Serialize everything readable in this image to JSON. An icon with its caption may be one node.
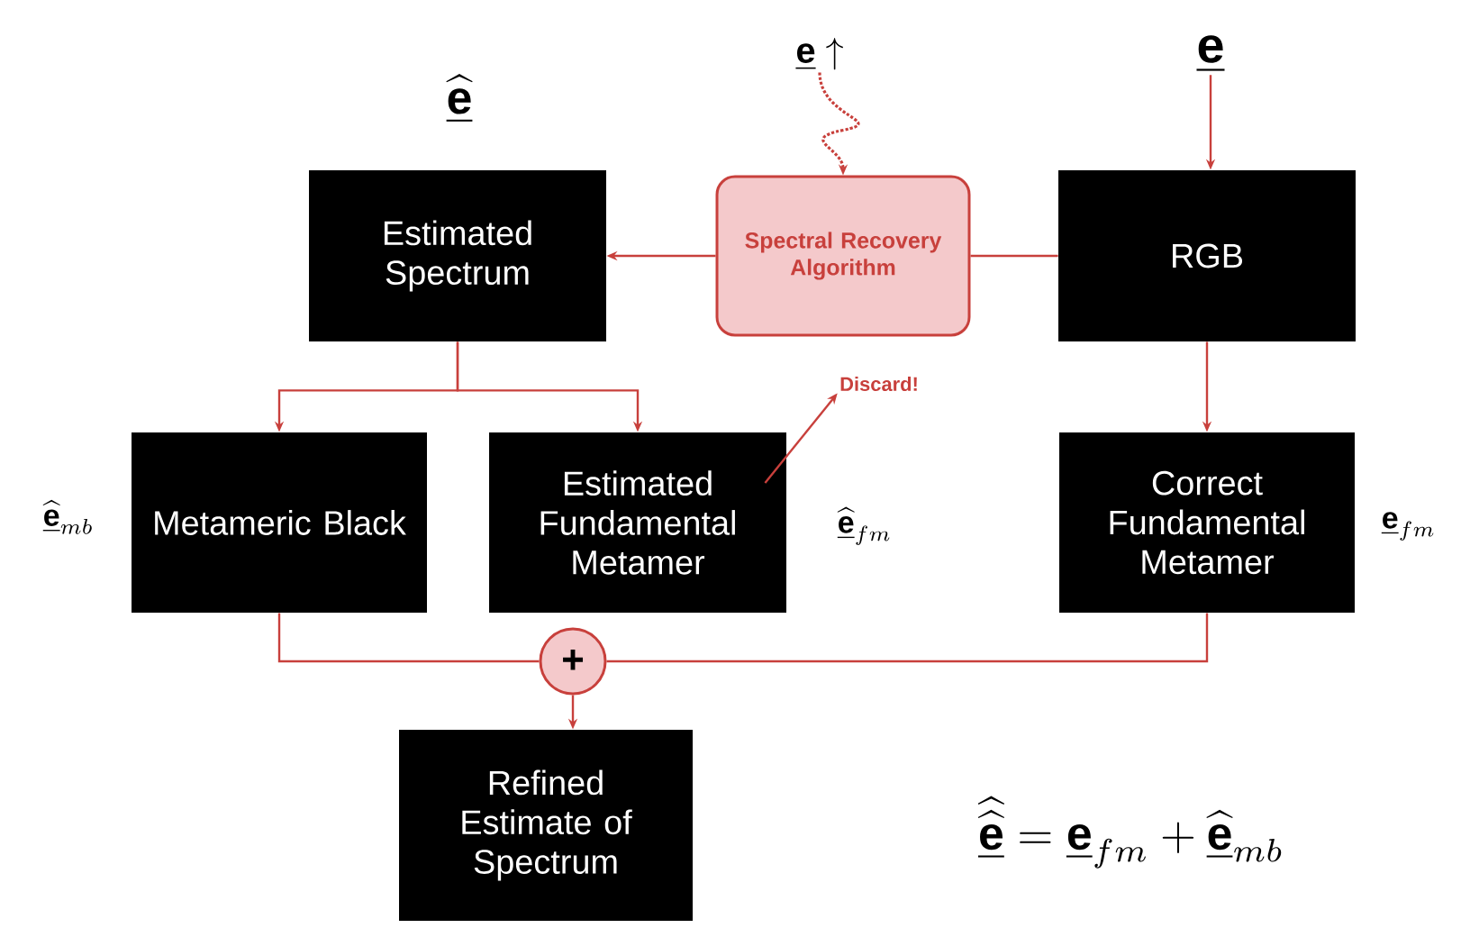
{
  "diagram": {
    "nodes": [
      {
        "text": [
          "Estimated Spectrum"
        ],
        "beside": [
          "\\widehat{\\underline{\\mathbf{e}}}"
        ]
      },
      {
        "text": [
          "Spectral Recovery Algorithm"
        ]
      },
      {
        "text": [
          "RGB"
        ]
      },
      {
        "text": [
          "Metameric Black"
        ],
        "beside": [
          "\\widehat{\\underline{\\mathbf{e}}}_{mb}"
        ]
      },
      {
        "text": [
          "Estimated Fundamental Metamer"
        ],
        "beside": [
          "\\widehat{\\underline{\\mathbf{e}}}_{fm}"
        ]
      },
      {
        "text": [
          "Correct Fundamental Metamer"
        ],
        "beside": [
          "\\underline{\\mathbf{e}}_{fm}"
        ]
      },
      {
        "text": [
          "+"
        ]
      },
      {
        "text": [
          "Refined Estimate of Spectrum"
        ]
      },
      {
        "text": [
          "\\underline{\\mathbf{e}}\\uparrow"
        ]
      },
      {
        "text": [
          "\\underline{\\mathbf{e}}"
        ]
      },
      {
        "text": [
          "Discard!"
        ]
      }
    ],
    "edges": [
      {
        "from": 2,
        "to": 1,
        "arrow": "none"
      },
      {
        "from": 1,
        "to": 0,
        "arrow": "to"
      },
      {
        "from": 8,
        "to": 1,
        "arrow": "to",
        "style": "dashed"
      },
      {
        "from": 9,
        "to": 2,
        "arrow": "to"
      },
      {
        "from": 0,
        "to": 3,
        "arrow": "to"
      },
      {
        "from": 0,
        "to": 4,
        "arrow": "to"
      },
      {
        "from": 2,
        "to": 5,
        "arrow": "to"
      },
      {
        "from": 4,
        "to": 10,
        "arrow": "to"
      },
      {
        "from": 3,
        "to": 6,
        "arrow": "none"
      },
      {
        "from": 5,
        "to": 6,
        "arrow": "none"
      },
      {
        "from": 6,
        "to": 7,
        "arrow": "to"
      }
    ],
    "labels": [
      "\\widehat{\\widehat{\\underline{\\mathbf{e}}}} = \\underline{\\mathbf{e}}_{fm} + \\widehat{\\underline{\\mathbf{e}}}_{mb}"
    ]
  }
}
